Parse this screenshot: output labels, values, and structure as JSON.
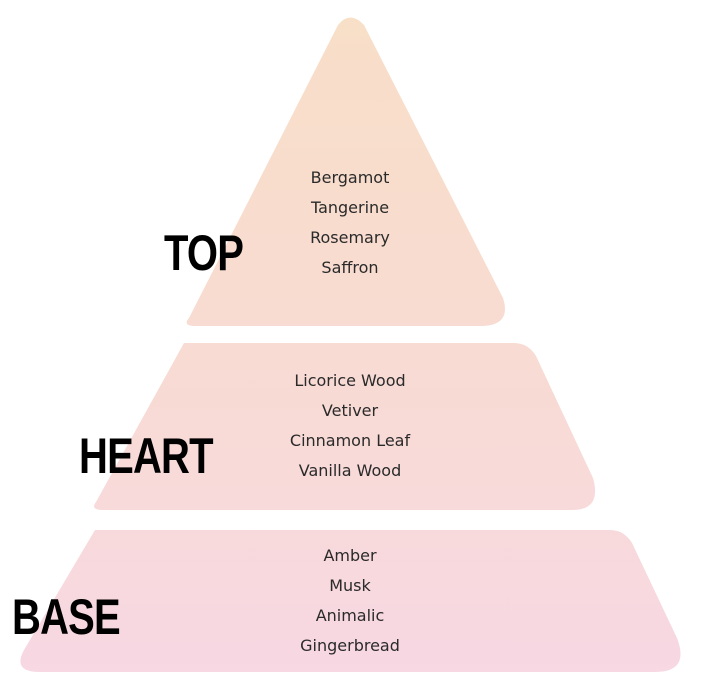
{
  "colors": {
    "top": "#f8dfcb",
    "heart": "#f8dcd6",
    "base": "#f8d9e2",
    "text": "#2a2a2a",
    "label": "#000000"
  },
  "tiers": [
    {
      "label": "TOP",
      "notes": [
        "Bergamot",
        "Tangerine",
        "Rosemary",
        "Saffron"
      ]
    },
    {
      "label": "HEART",
      "notes": [
        "Licorice Wood",
        "Vetiver",
        "Cinnamon Leaf",
        "Vanilla Wood"
      ]
    },
    {
      "label": "BASE",
      "notes": [
        "Amber",
        "Musk",
        "Animalic",
        "Gingerbread"
      ]
    }
  ]
}
